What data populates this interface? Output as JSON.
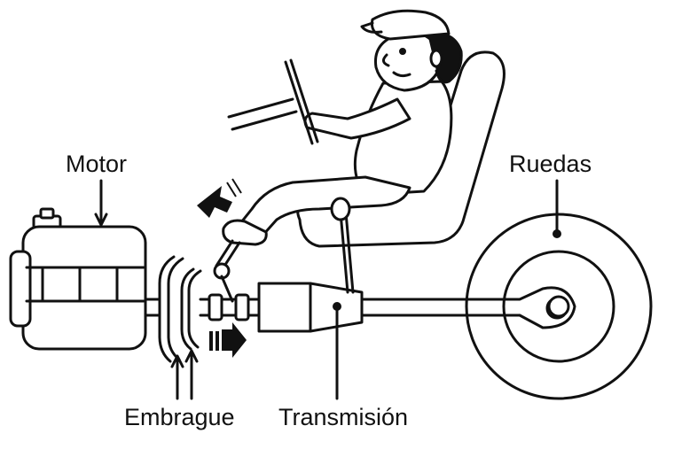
{
  "labels": {
    "motor": "Motor",
    "ruedas": "Ruedas",
    "embrague": "Embrague",
    "transmision": "Transmisión"
  },
  "colors": {
    "ink": "#111111",
    "paper": "#ffffff"
  }
}
